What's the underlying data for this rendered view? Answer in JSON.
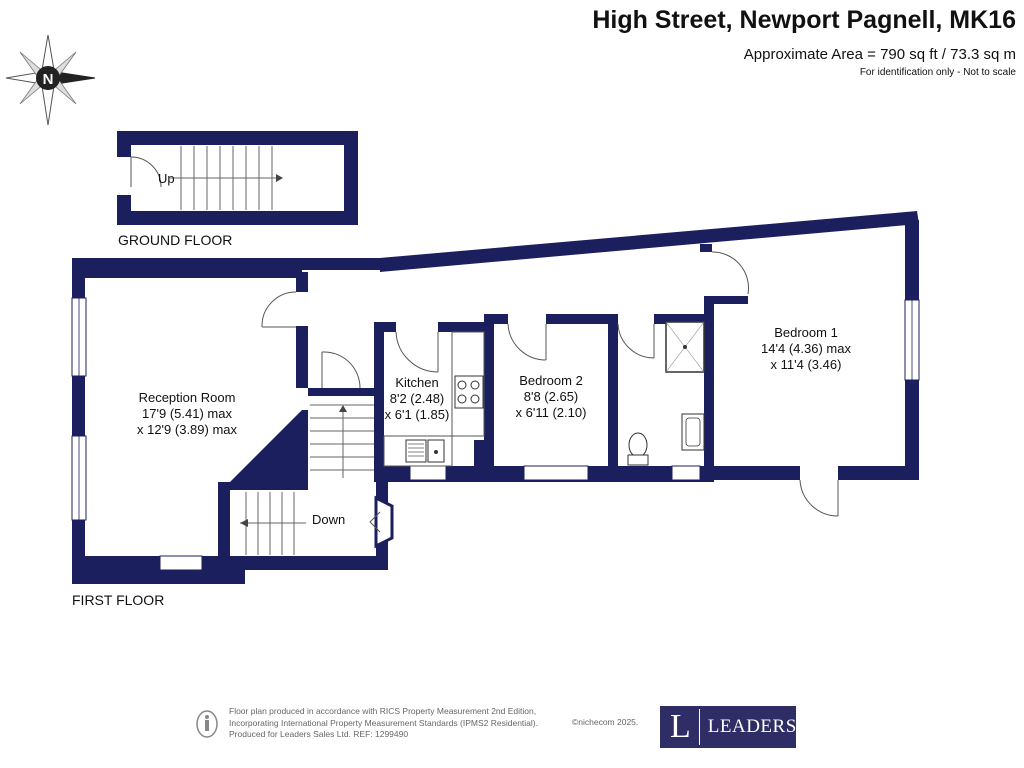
{
  "header": {
    "title": "High Street, Newport Pagnell, MK16",
    "area": "Approximate Area = 790 sq ft / 73.3 sq m",
    "note": "For identification only - Not to scale"
  },
  "compass": {
    "label": "N",
    "icon": "compass-rose-icon"
  },
  "floors": {
    "ground": {
      "label": "GROUND FLOOR",
      "stairs_label": "Up"
    },
    "first": {
      "label": "FIRST FLOOR",
      "stairs_label": "Down"
    }
  },
  "rooms": {
    "reception": {
      "name": "Reception Room",
      "dim1": "17'9 (5.41) max",
      "dim2": "x 12'9 (3.89) max"
    },
    "kitchen": {
      "name": "Kitchen",
      "dim1": "8'2 (2.48)",
      "dim2": "x 6'1 (1.85)"
    },
    "bedroom2": {
      "name": "Bedroom 2",
      "dim1": "8'8 (2.65)",
      "dim2": "x 6'11 (2.10)"
    },
    "bedroom1": {
      "name": "Bedroom 1",
      "dim1": "14'4 (4.36) max",
      "dim2": "x 11'4 (3.46)"
    }
  },
  "footer": {
    "line1": "Floor plan produced in accordance with RICS Property Measurement 2nd Edition,",
    "line2": "Incorporating International Property Measurement Standards (IPMS2 Residential).",
    "line3": "Produced for Leaders Sales Ltd.   REF:  1299490",
    "copyright": "©nichecom 2025.",
    "logo_letter": "L",
    "logo_text": "LEADERS"
  },
  "colors": {
    "wall": "#1c1f5e",
    "logo_bg": "#2f2d66",
    "text": "#111111"
  }
}
